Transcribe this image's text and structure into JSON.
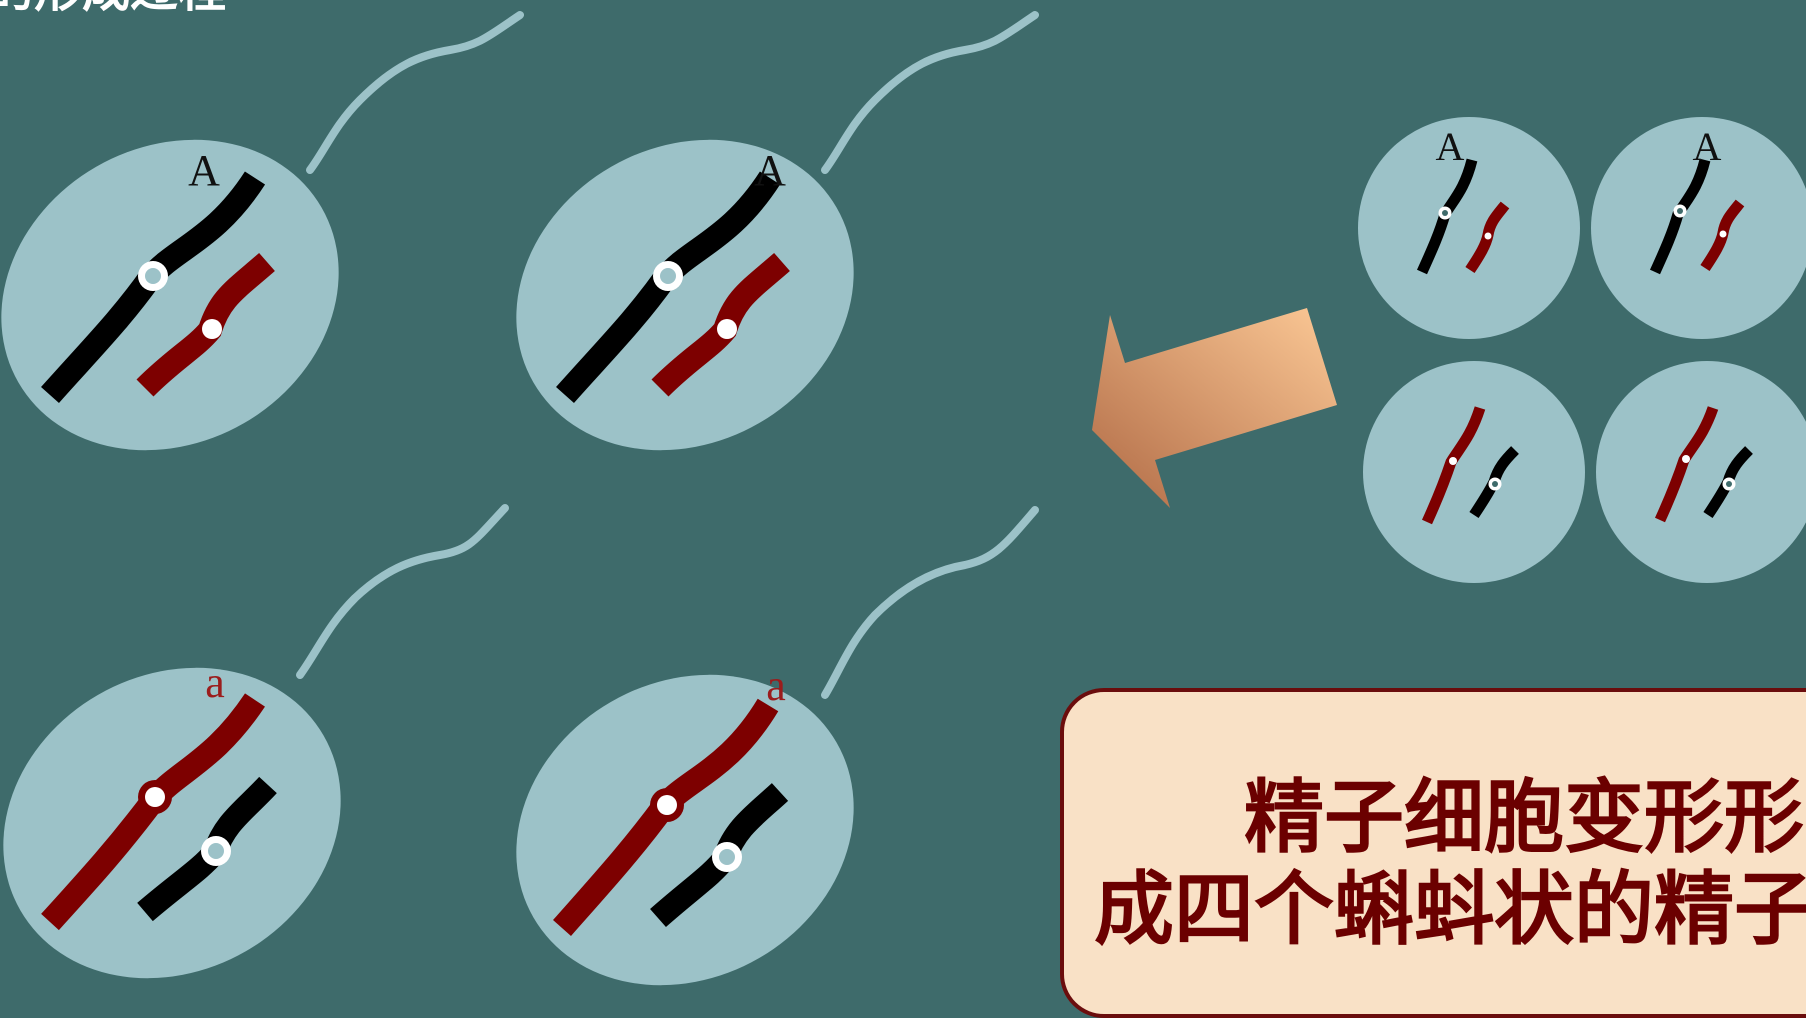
{
  "slide": {
    "title_partial": "的形成过程",
    "caption": "精子细胞变形形成四个蝌蚪状的精子"
  },
  "sperm": [
    {
      "label": "A",
      "label_color": "#111111"
    },
    {
      "label": "A",
      "label_color": "#111111"
    },
    {
      "label": "a",
      "label_color": "#9b1c1c"
    },
    {
      "label": "a",
      "label_color": "#9b1c1c"
    }
  ],
  "spermatids": [
    {
      "label": "A"
    },
    {
      "label": "A"
    },
    {
      "label": ""
    },
    {
      "label": ""
    }
  ],
  "colors": {
    "background": "#3e6b6b",
    "cell_fill": "#9cc2c8",
    "tail": "#9cc2c8",
    "chromosome_dark": "#000000",
    "chromosome_red": "#7d0000",
    "arrow_light": "#fcc996",
    "arrow_dark": "#b06a45",
    "caption_bg": "#f9e1c6",
    "caption_border": "#6b0d0d",
    "caption_text": "#6b0000"
  }
}
